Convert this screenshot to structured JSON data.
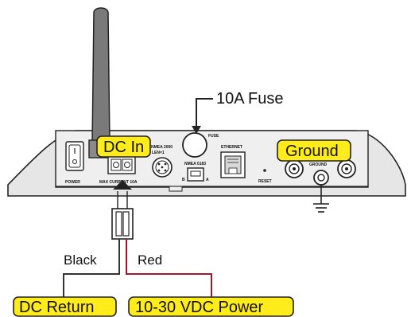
{
  "diagram": {
    "callouts": {
      "dc_in": "DC In",
      "ground": "Ground",
      "dc_return": "DC Return",
      "vdc_power": "10-30 VDC Power"
    },
    "annotations": {
      "fuse": "10A Fuse",
      "black_wire": "Black",
      "red_wire": "Red"
    },
    "panel_labels": {
      "power": "POWER",
      "max_current": "MAX CURRENT 10A",
      "nmea_2000": "NMEA 2000",
      "len": "LEN=1",
      "nmea_0183": "NMEA 0183",
      "nmea_b": "B",
      "nmea_a": "A",
      "fuse": "FUSE",
      "ethernet": "ETHERNET",
      "reset": "RESET",
      "ground": "GROUND"
    },
    "colors": {
      "callout_fill": "#ffec1a",
      "red_wire": "#a0182a",
      "device_body": "#e6e6e6"
    }
  }
}
